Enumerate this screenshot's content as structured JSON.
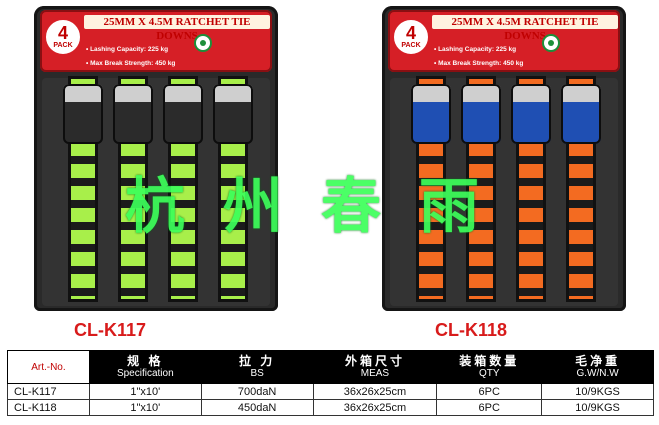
{
  "products": [
    {
      "pack_count": "4",
      "pack_word": "PACK",
      "title": "25MM X 4.5M RATCHET TIE DOWNS",
      "spec_line1": "• Lashing Capacity: 225 kg",
      "spec_line2": "• Max Break Strength: 450 kg",
      "strap_color": "#a8ef4a",
      "handle_color": "#2b2b2b",
      "model": "CL-K117"
    },
    {
      "pack_count": "4",
      "pack_word": "PACK",
      "title": "25MM X 4.5M RATCHET TIE DOWNS",
      "spec_line1": "• Lashing Capacity: 225 kg",
      "spec_line2": "• Max Break Strength: 450 kg",
      "strap_color": "#f36b21",
      "handle_color": "#1f4fb3",
      "model": "CL-K118"
    }
  ],
  "watermark": "杭州春雨",
  "table": {
    "headers": [
      {
        "cn": "Art.-No.",
        "en": ""
      },
      {
        "cn": "规 格",
        "en": "Specification"
      },
      {
        "cn": "拉 力",
        "en": "BS"
      },
      {
        "cn": "外箱尺寸",
        "en": "MEAS"
      },
      {
        "cn": "装箱数量",
        "en": "QTY"
      },
      {
        "cn": "毛净重",
        "en": "G.W/N.W"
      }
    ],
    "rows": [
      [
        "CL-K117",
        "1\"x10'",
        "700daN",
        "36x26x25cm",
        "6PC",
        "10/9KGS"
      ],
      [
        "CL-K118",
        "1\"x10'",
        "450daN",
        "36x26x25cm",
        "6PC",
        "10/9KGS"
      ]
    ]
  }
}
